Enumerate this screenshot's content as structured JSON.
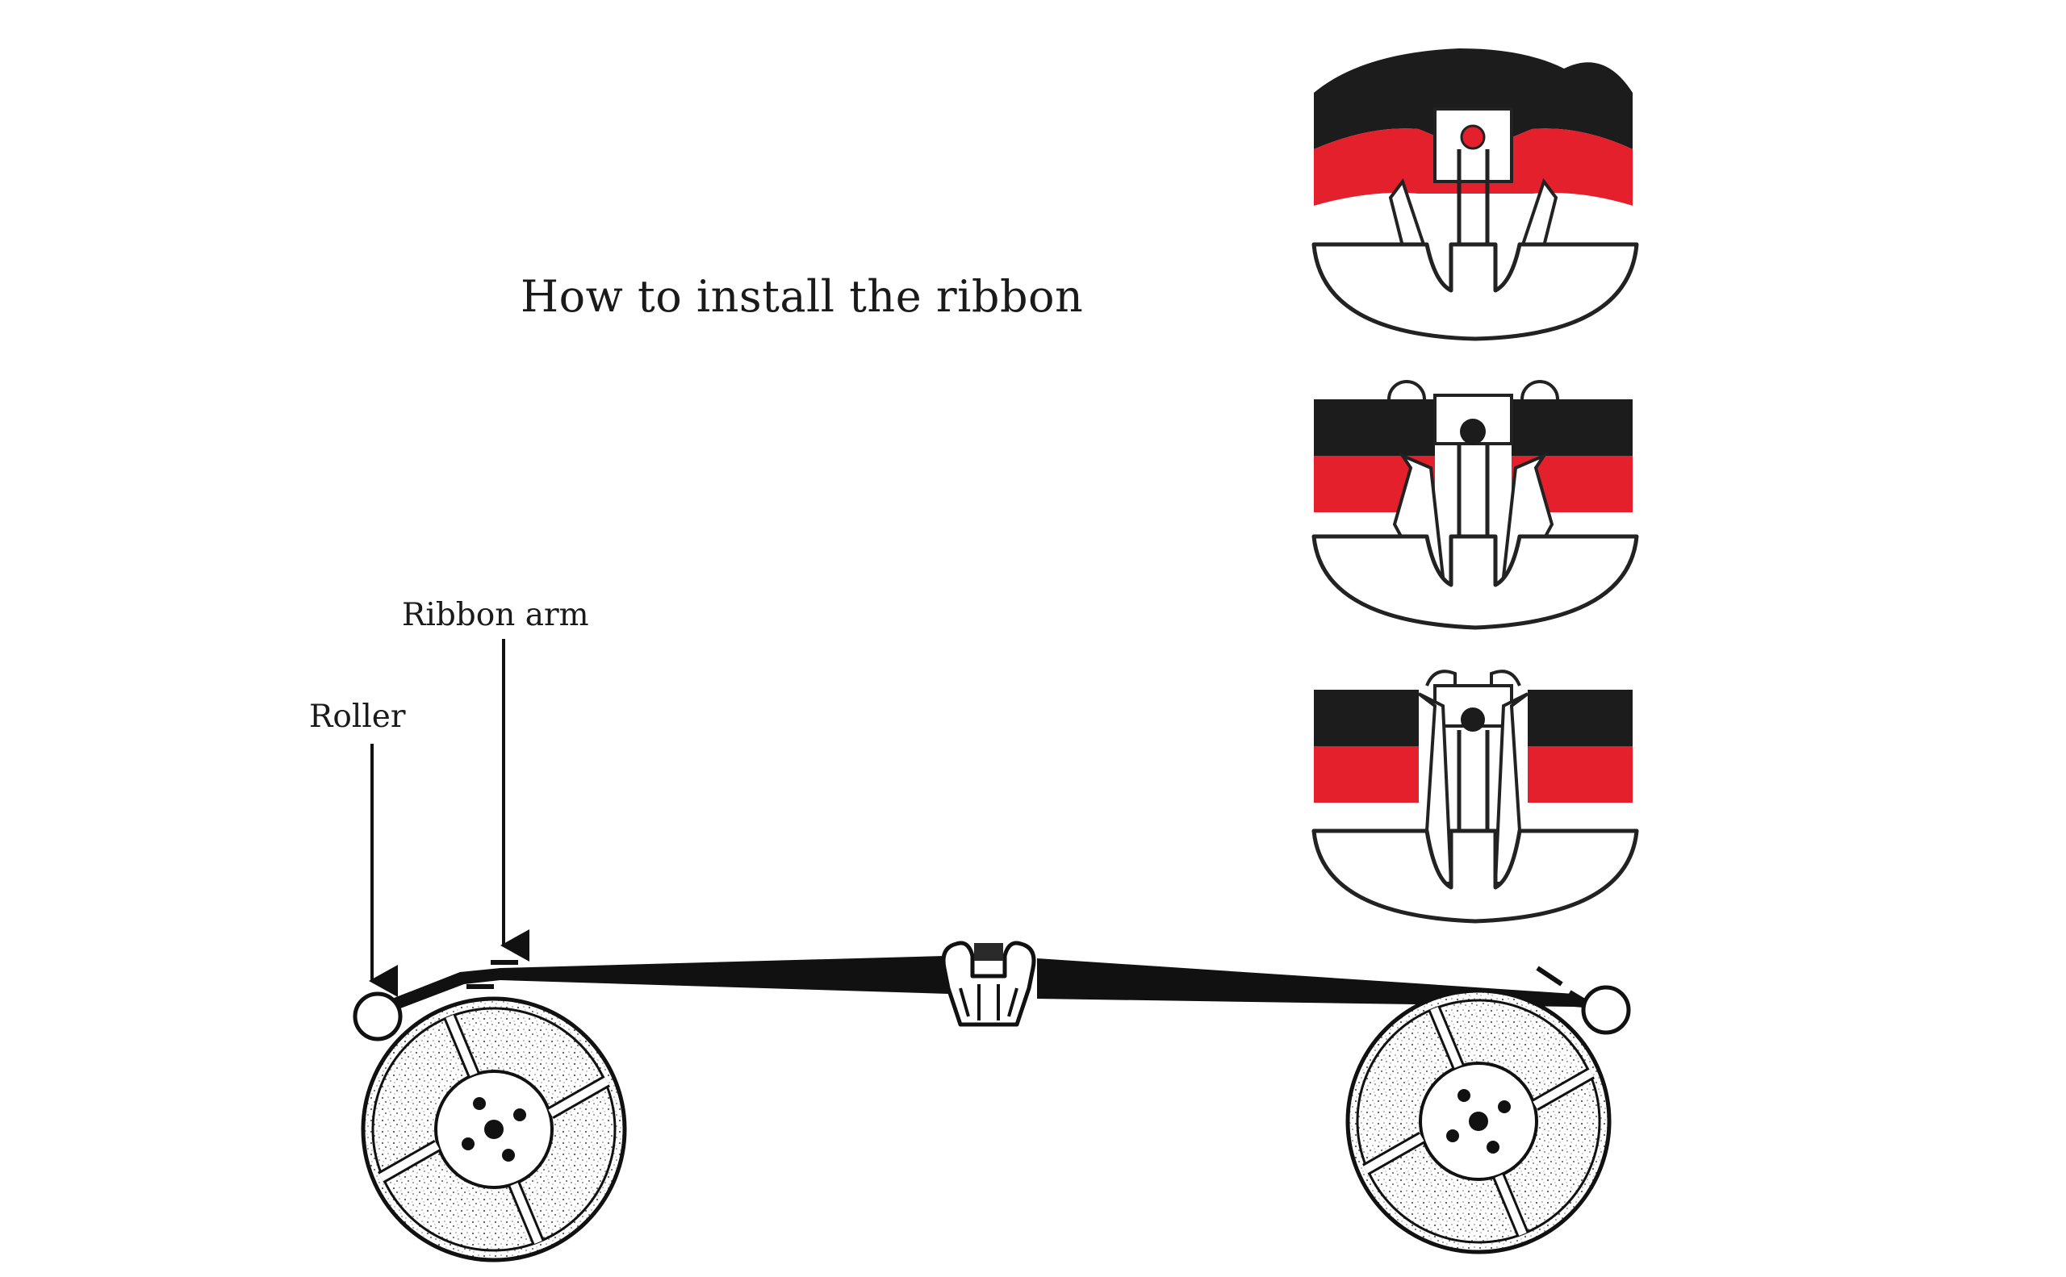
{
  "title": "How to install the ribbon",
  "labels": {
    "ribbon_arm": "Ribbon arm",
    "roller": "Roller"
  },
  "colors": {
    "ink_black": "#1c1c1c",
    "ink_red": "#e3202b",
    "outline": "#222222",
    "background": "#ffffff"
  },
  "icons": {
    "arrow": "down-arrow",
    "spool": "ribbon-spool",
    "guide": "ribbon-vibrator-guide"
  }
}
